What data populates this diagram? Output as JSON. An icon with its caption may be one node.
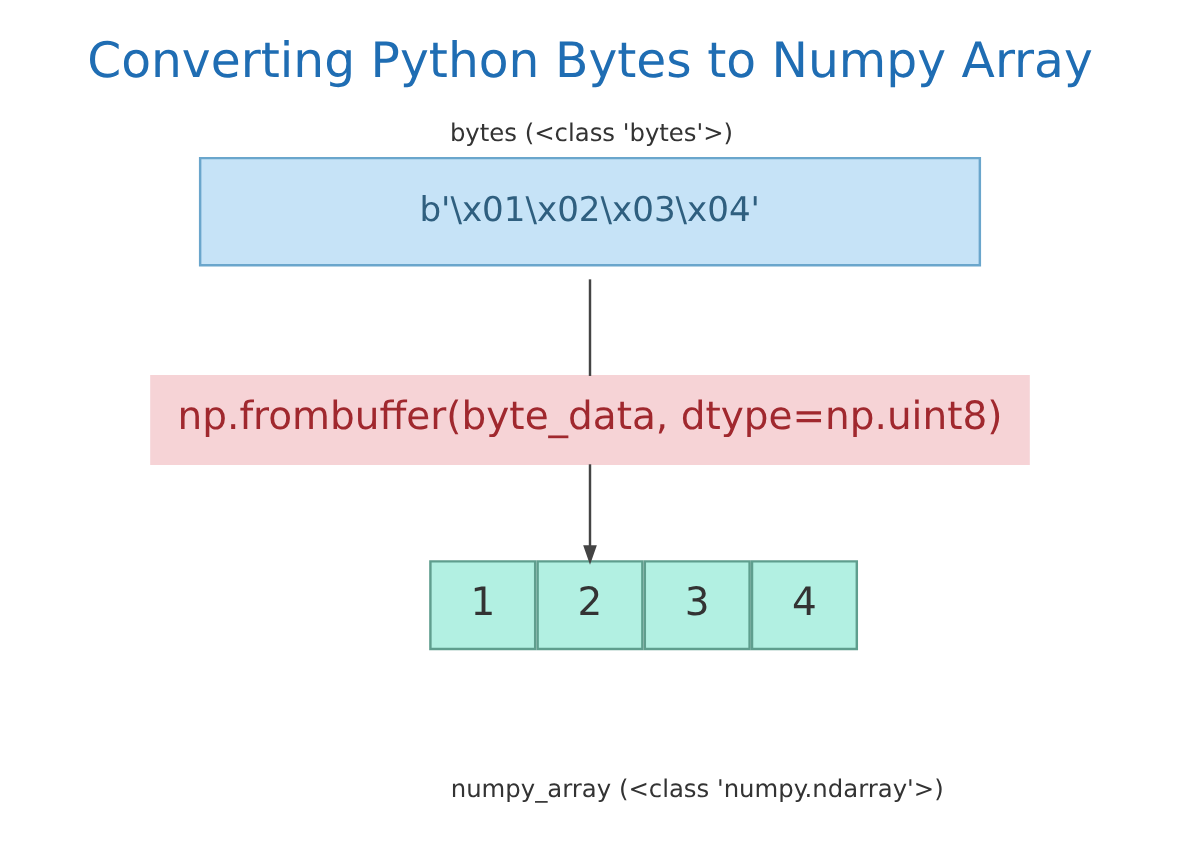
{
  "diagram": {
    "title": "Converting Python Bytes to Numpy Array",
    "nodes": [
      {
        "text": [
          "bytes (<class 'bytes'>)",
          "b'\\x01\\x02\\x03\\x04'"
        ]
      },
      {
        "text": [
          "np.frombuffer(byte_data, dtype=np.uint8)"
        ]
      },
      {
        "text": [
          "1"
        ]
      },
      {
        "text": [
          "2"
        ]
      },
      {
        "text": [
          "3"
        ]
      },
      {
        "text": [
          "4"
        ]
      }
    ],
    "edges": [
      {
        "from": 0,
        "to": 1,
        "arrow": "none"
      },
      {
        "from": 1,
        "to": 3,
        "arrow": "to"
      }
    ],
    "labels": [
      "numpy_array (<class 'numpy.ndarray'>)"
    ]
  }
}
